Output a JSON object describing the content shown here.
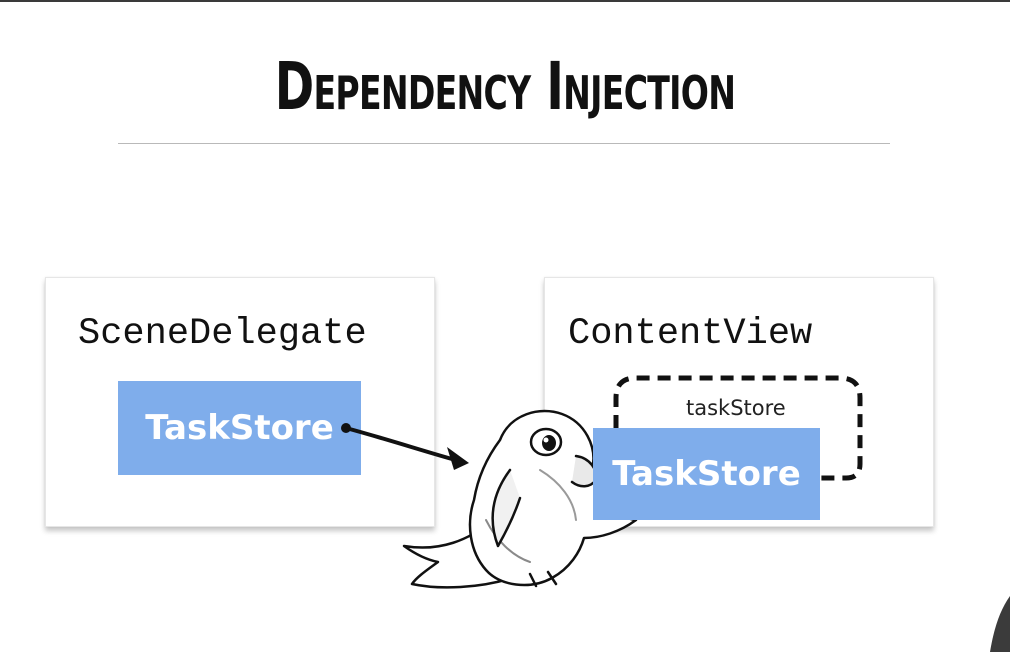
{
  "title": "Dependency Injection",
  "cards": {
    "left": {
      "title": "SceneDelegate",
      "store_label": "TaskStore"
    },
    "right": {
      "title": "ContentView",
      "property_label": "taskStore",
      "store_label": "TaskStore"
    }
  },
  "colors": {
    "store_fill": "#7fadeb",
    "text": "#111111",
    "background": "#ffffff"
  },
  "icons": [
    "arrow-icon",
    "bird-mascot-icon"
  ]
}
